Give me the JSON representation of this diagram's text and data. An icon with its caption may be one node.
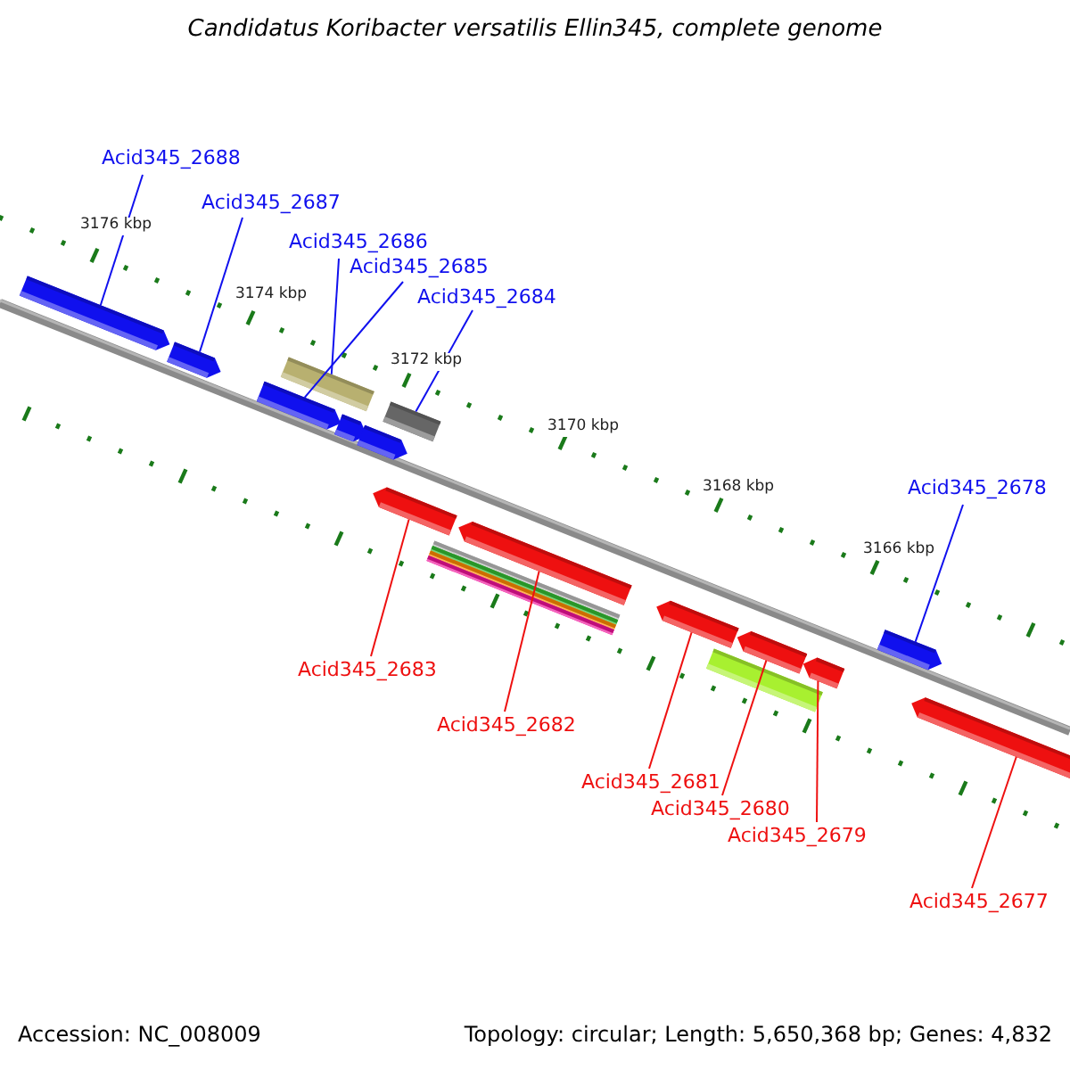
{
  "diagram": {
    "title": "Candidatus Koribacter versatilis Ellin345, complete genome",
    "nodes": [
      {
        "text": [
          "Acid345_2688"
        ]
      },
      {
        "text": [
          "Acid345_2687"
        ]
      },
      {
        "text": [
          "Acid345_2686"
        ]
      },
      {
        "text": [
          "Acid345_2685"
        ]
      },
      {
        "text": [
          "Acid345_2684"
        ]
      },
      {
        "text": [
          "Acid345_2678"
        ]
      },
      {
        "text": [
          "Acid345_2683"
        ]
      },
      {
        "text": [
          "Acid345_2682"
        ]
      },
      {
        "text": [
          "Acid345_2681"
        ]
      },
      {
        "text": [
          "Acid345_2680"
        ]
      },
      {
        "text": [
          "Acid345_2679"
        ]
      },
      {
        "text": [
          "Acid345_2677"
        ]
      },
      {
        "text": [],
        "shape": "bar"
      },
      {
        "text": [],
        "shape": "bar"
      },
      {
        "text": [],
        "shape": "bar"
      },
      {
        "text": [],
        "shape": "bar"
      },
      {
        "text": [],
        "shape": "bar"
      },
      {
        "text": [],
        "shape": "bar"
      },
      {
        "text": [],
        "shape": "bar"
      },
      {
        "text": [],
        "shape": "bar"
      },
      {
        "text": [],
        "shape": "bar"
      },
      {
        "text": [],
        "shape": "bar"
      },
      {
        "text": [],
        "shape": "bar"
      },
      {
        "text": [],
        "shape": "bar"
      },
      {
        "text": [],
        "shape": "bar"
      },
      {
        "text": [],
        "shape": "bar"
      },
      {
        "text": [],
        "shape": "bar"
      },
      {
        "text": [],
        "shape": "bar"
      },
      {
        "text": [],
        "shape": "bar"
      },
      {
        "text": [],
        "shape": "bar"
      },
      {
        "text": [],
        "shape": "bar"
      }
    ],
    "edges": [
      {
        "from": 0,
        "to": 12,
        "arrow": "none"
      },
      {
        "from": 1,
        "to": 13,
        "arrow": "none"
      },
      {
        "from": 2,
        "to": 14,
        "arrow": "none"
      },
      {
        "from": 3,
        "to": 15,
        "arrow": "none"
      },
      {
        "from": 4,
        "to": 16,
        "arrow": "none"
      },
      {
        "from": 5,
        "to": 17,
        "arrow": "none"
      },
      {
        "from": 6,
        "to": 18,
        "arrow": "none",
        "color": "#ee1010"
      },
      {
        "from": 7,
        "to": 19,
        "arrow": "none",
        "color": "#ee1010"
      },
      {
        "from": 8,
        "to": 20,
        "arrow": "none",
        "color": "#ee1010"
      },
      {
        "from": 9,
        "to": 21,
        "arrow": "none",
        "color": "#ee1010"
      },
      {
        "from": 10,
        "to": 22,
        "arrow": "none",
        "color": "#ee1010"
      },
      {
        "from": 11,
        "to": 23,
        "arrow": "none",
        "color": "#ee1010"
      }
    ],
    "labels": [
      "3176 kbp",
      "3174 kbp",
      "3172 kbp",
      "3170 kbp",
      "3168 kbp",
      "3166 kbp",
      "Accession: NC_008009",
      "Topology: circular; Length: 5,650,368 bp; Genes: 4,832"
    ]
  }
}
